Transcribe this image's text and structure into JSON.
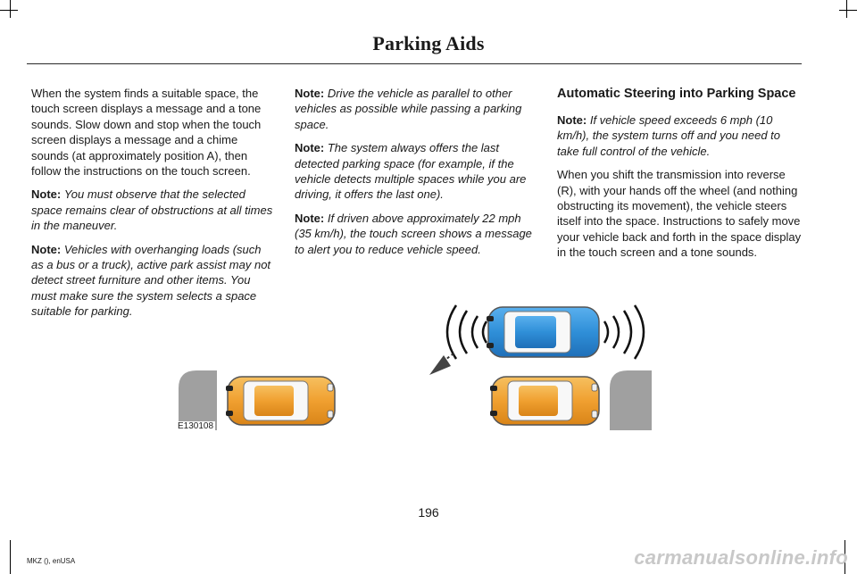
{
  "header": {
    "title": "Parking Aids"
  },
  "column1": {
    "intro": "When the system finds a suitable space, the touch screen displays a message and a tone sounds. Slow down and stop when the touch screen displays a message and a chime sounds (at approximately position A), then follow the instructions on the touch screen.",
    "note1_label": "Note:",
    "note1_text": "You must observe that the selected space remains clear of obstructions at all times in the maneuver.",
    "note2_label": "Note:",
    "note2_text": "Vehicles with overhanging loads (such as a bus or a truck), active park assist may not detect street furniture and other items. You must make sure the system selects a space suitable for parking."
  },
  "column2": {
    "note1_label": "Note:",
    "note1_text": "Drive the vehicle as parallel to other vehicles as possible while passing a parking space.",
    "note2_label": "Note:",
    "note2_text": "The system always offers the last detected parking space (for example, if the vehicle detects multiple spaces while you are driving, it offers the last one).",
    "note3_label": "Note:",
    "note3_text": "If driven above approximately 22 mph (35 km/h), the touch screen shows a message to alert you to reduce vehicle speed."
  },
  "column3": {
    "heading": "Automatic Steering into Parking Space",
    "note_label": "Note:",
    "note_text": "If vehicle speed exceeds 6 mph (10 km/h), the system turns off and you need to take full control of the vehicle.",
    "body": "When you shift the transmission into reverse (R), with your hands off the wheel (and nothing obstructing its movement), the vehicle steers itself into the space. Instructions to safely move your vehicle back and forth in the space display in the touch screen and a tone sounds."
  },
  "figure": {
    "code": "E130108"
  },
  "page_number": "196",
  "footer": "MKZ (), enUSA",
  "watermark": "carmanualsonline.info",
  "colors": {
    "blue_car": "#2f8fd8",
    "orange_car": "#f0a030",
    "curb": "#a0a0a0"
  }
}
